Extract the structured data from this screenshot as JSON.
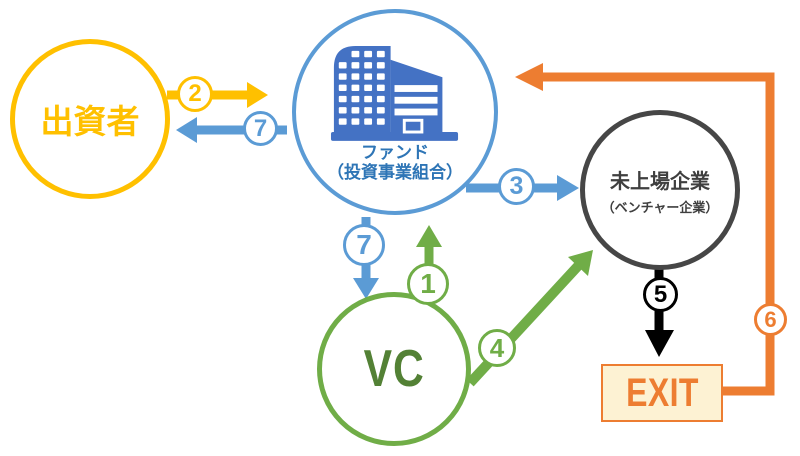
{
  "diagram_type": "vc-fund-flow-diagram",
  "nodes": {
    "investors": {
      "label": "出資者",
      "color": "#FFC000"
    },
    "fund": {
      "label_line1": "ファンド",
      "label_line2": "（投資事業組合）",
      "ring_color": "#5B9BD5",
      "text_color": "#2E75B6",
      "icon": "office-building-icon",
      "icon_color": "#4472C4"
    },
    "ventures": {
      "label_line1": "未上場企業",
      "label_line2": "（ベンチャー企業）",
      "color": "#404040"
    },
    "vc": {
      "label": "VC",
      "ring_color": "#70AD47",
      "text_color": "#538135"
    },
    "exit": {
      "label": "EXIT",
      "fill_color": "#FDF2D3",
      "border_color": "#ED7D31",
      "text_color": "#ED7D31"
    }
  },
  "steps": {
    "step1": {
      "num": "1",
      "color": "#70AD47",
      "from": "vc",
      "to": "fund"
    },
    "step2": {
      "num": "2",
      "color": "#FFC000",
      "from": "investors",
      "to": "fund"
    },
    "step3": {
      "num": "3",
      "color": "#5B9BD5",
      "from": "fund",
      "to": "ventures"
    },
    "step4": {
      "num": "4",
      "color": "#70AD47",
      "from": "vc",
      "to": "ventures"
    },
    "step5": {
      "num": "5",
      "color": "#000000",
      "from": "ventures",
      "to": "exit"
    },
    "step6": {
      "num": "6",
      "color": "#ED7D31",
      "from": "exit",
      "to": "fund"
    },
    "step7_to_investors": {
      "num": "7",
      "color": "#5B9BD5",
      "from": "fund",
      "to": "investors"
    },
    "step7_to_vc": {
      "num": "7",
      "color": "#5B9BD5",
      "from": "fund",
      "to": "vc"
    }
  }
}
